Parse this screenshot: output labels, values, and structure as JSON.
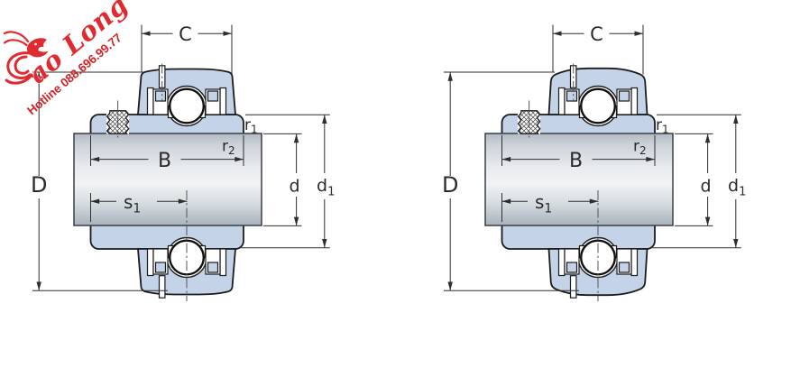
{
  "watermark": {
    "brand": "ao Long",
    "hotline": "Hotline 088.696.99.77",
    "brand_color": "#e02a30",
    "hotline_color": "#d42428"
  },
  "colors": {
    "bearing_fill": "#c5d3e9",
    "outline": "#1b1b1b",
    "dimension_lines": "#2e2e2e",
    "shaft_light": "#f1f3f4",
    "shaft_dark": "#aab2bc"
  },
  "figures": [
    {
      "name": "left-bearing-section",
      "labels": {
        "C": "C",
        "D": "D",
        "B": "B",
        "d": "d",
        "d1": {
          "base": "d",
          "sub": "1"
        },
        "r1": {
          "base": "r",
          "sub": "1"
        },
        "r2": {
          "base": "r",
          "sub": "2"
        },
        "s1": {
          "base": "s",
          "sub": "1"
        }
      }
    },
    {
      "name": "right-bearing-section",
      "labels": {
        "C": "C",
        "D": "D",
        "B": "B",
        "d": "d",
        "d1": {
          "base": "d",
          "sub": "1"
        },
        "r1": {
          "base": "r",
          "sub": "1"
        },
        "r2": {
          "base": "r",
          "sub": "2"
        },
        "s1": {
          "base": "s",
          "sub": "1"
        }
      }
    }
  ]
}
